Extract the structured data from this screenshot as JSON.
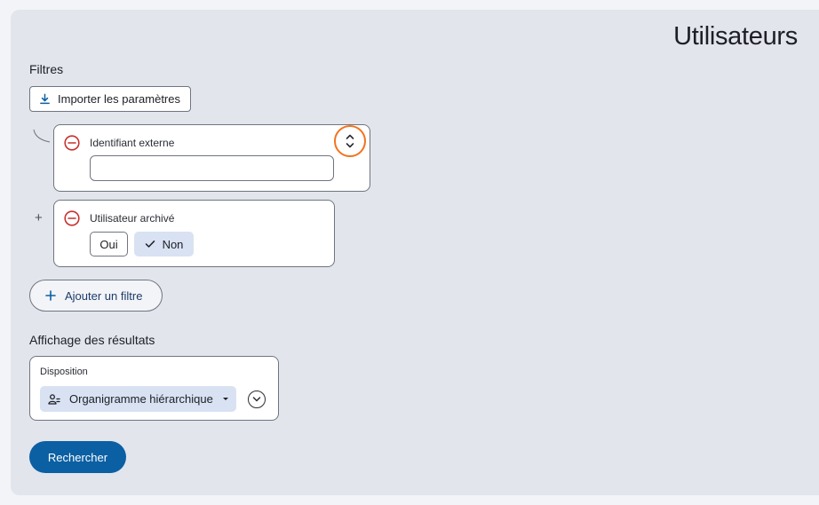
{
  "page": {
    "title": "Utilisateurs"
  },
  "filters": {
    "section_label": "Filtres",
    "import_label": "Importer les paramètres",
    "external_id": {
      "label": "Identifiant externe",
      "value": ""
    },
    "separator": "+",
    "archived": {
      "label": "Utilisateur archivé",
      "options": [
        {
          "label": "Oui",
          "selected": false
        },
        {
          "label": "Non",
          "selected": true
        }
      ]
    },
    "add_label": "Ajouter un filtre"
  },
  "display": {
    "section_label": "Affichage des résultats",
    "layout_label": "Disposition",
    "layout_value": "Organigramme hiérarchique"
  },
  "search_label": "Rechercher",
  "colors": {
    "accent": "#0b5fa3",
    "remove": "#c7302f",
    "focus": "#f2731e",
    "chip": "#d8e2f3"
  }
}
